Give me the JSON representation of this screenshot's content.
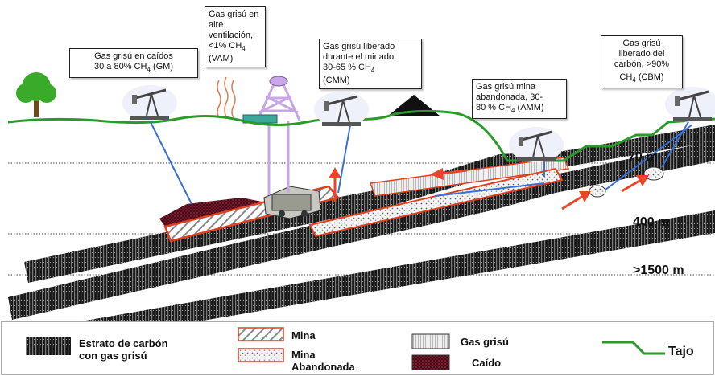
{
  "callouts": {
    "gm": {
      "lines": [
        "Gas grisú en caídos",
        "30 a 80% CH",
        "(GM)"
      ],
      "sub": "4"
    },
    "vam": {
      "lines": [
        "Gas grisú en",
        "aire",
        "ventilación,",
        "<1% CH",
        "(VAM)"
      ],
      "sub": "4"
    },
    "cmm": {
      "lines": [
        "Gas grisú liberado",
        "durante el minado,",
        "30-65 % CH",
        "(CMM)"
      ],
      "sub": "4"
    },
    "amm": {
      "lines": [
        "Gas grisú mina",
        "abandonada, 30-",
        "80 % CH",
        "(AMM)"
      ],
      "sub": "4"
    },
    "cbm": {
      "lines": [
        "Gas grisú",
        "liberado  del",
        "carbón, >90%",
        "CH",
        "(CBM)"
      ],
      "sub": "4"
    }
  },
  "depths": {
    "d70": "70 m",
    "d400": "400 m",
    "d1500": ">1500 m"
  },
  "legend": {
    "coal_line1": "Estrato de carbón",
    "coal_line2": "con gas grisú",
    "mine": "Mina",
    "abandoned_line1": "Mina",
    "abandoned_line2": "Abandonada",
    "gas": "Gas grisú",
    "caved": "Caído",
    "pit": "Tajo"
  },
  "colors": {
    "ground": "#2a9a2a",
    "well_line": "#3a6fd8",
    "arrow": "#e8452a",
    "tower": "#c9a6e8",
    "mine_border": "#e04020",
    "caved": "#5a1020",
    "coal": "#2a2a2a"
  }
}
